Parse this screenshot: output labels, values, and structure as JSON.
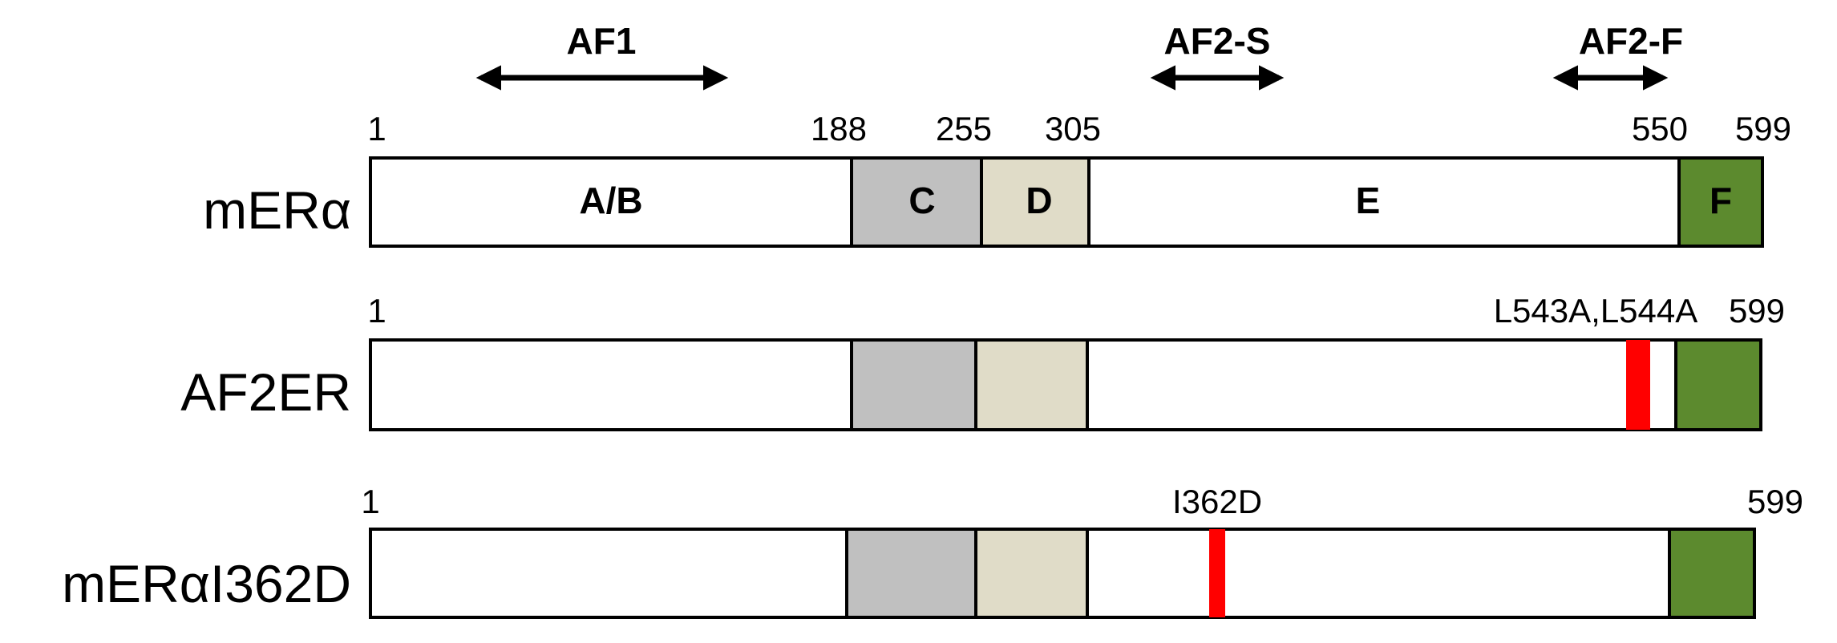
{
  "colors": {
    "outline": "#000000",
    "domain_white": "#ffffff",
    "domain_c": "#c0c0c0",
    "domain_d": "#e0dcc8",
    "domain_f": "#5c8a2e",
    "mutation": "#ff0000"
  },
  "functions": [
    {
      "label": "AF1"
    },
    {
      "label": "AF2-S"
    },
    {
      "label": "AF2-F"
    }
  ],
  "constructs": [
    {
      "name": "mERα",
      "start_label": "1",
      "end_label": "599",
      "boundary_labels": [
        "188",
        "255",
        "305",
        "550"
      ],
      "domains": [
        {
          "label": "A/B",
          "start": 1,
          "end": 188,
          "color": "#ffffff"
        },
        {
          "label": "C",
          "start": 188,
          "end": 255,
          "color": "#c0c0c0"
        },
        {
          "label": "D",
          "start": 255,
          "end": 305,
          "color": "#e0dcc8"
        },
        {
          "label": "E",
          "start": 305,
          "end": 550,
          "color": "#ffffff"
        },
        {
          "label": "F",
          "start": 550,
          "end": 599,
          "color": "#5c8a2e"
        }
      ],
      "mutations": []
    },
    {
      "name": "AF2ER",
      "start_label": "1",
      "end_label": "599",
      "boundary_labels": [],
      "domains": [
        {
          "label": "",
          "start": 1,
          "end": 188,
          "color": "#ffffff"
        },
        {
          "label": "",
          "start": 188,
          "end": 255,
          "color": "#c0c0c0"
        },
        {
          "label": "",
          "start": 255,
          "end": 305,
          "color": "#e0dcc8"
        },
        {
          "label": "",
          "start": 305,
          "end": 550,
          "color": "#ffffff"
        },
        {
          "label": "",
          "start": 550,
          "end": 599,
          "color": "#5c8a2e"
        }
      ],
      "mutations": [
        {
          "label": "L543A,L544A",
          "position": 543
        }
      ]
    },
    {
      "name": "mERαI362D",
      "start_label": "1",
      "end_label": "599",
      "boundary_labels": [],
      "domains": [
        {
          "label": "",
          "start": 1,
          "end": 188,
          "color": "#ffffff"
        },
        {
          "label": "",
          "start": 188,
          "end": 255,
          "color": "#c0c0c0"
        },
        {
          "label": "",
          "start": 255,
          "end": 305,
          "color": "#e0dcc8"
        },
        {
          "label": "",
          "start": 305,
          "end": 550,
          "color": "#ffffff"
        },
        {
          "label": "",
          "start": 550,
          "end": 599,
          "color": "#5c8a2e"
        }
      ],
      "mutations": [
        {
          "label": "I362D",
          "position": 362
        }
      ]
    }
  ]
}
